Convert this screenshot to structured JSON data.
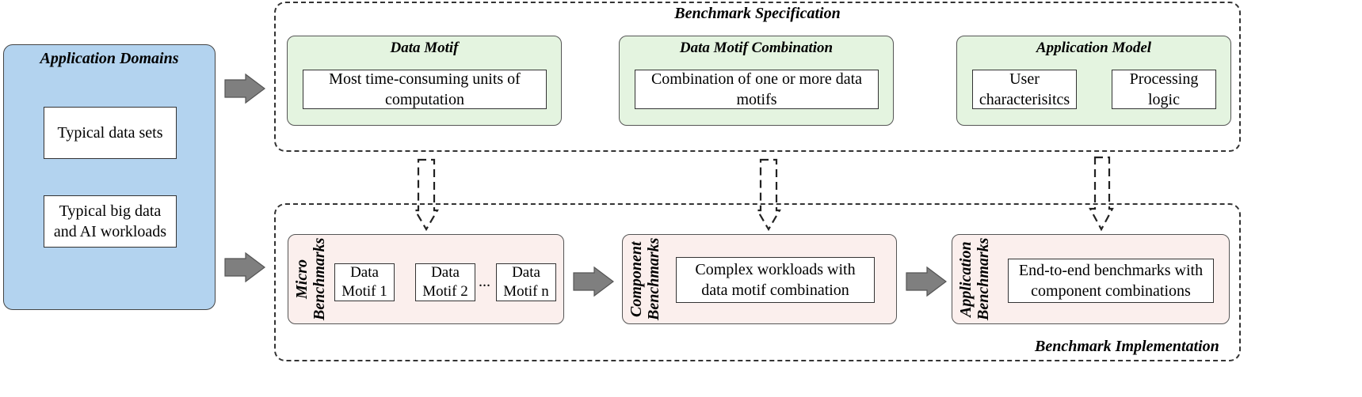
{
  "domains": {
    "title": "Application Domains",
    "box1": "Typical data sets",
    "box2": "Typical big data and AI workloads"
  },
  "spec": {
    "title": "Benchmark Specification",
    "motif": {
      "title": "Data Motif",
      "text": "Most time-consuming units of computation"
    },
    "combo": {
      "title": "Data Motif Combination",
      "text": "Combination of one or more data motifs"
    },
    "app": {
      "title": "Application Model",
      "box1": "User characterisitcs",
      "box2": "Processing logic"
    }
  },
  "impl": {
    "title": "Benchmark Implementation",
    "micro": {
      "label": "Micro Benchmarks",
      "m1": "Data Motif 1",
      "m2": "Data Motif 2",
      "ellipsis": "...",
      "mn": "Data Motif n"
    },
    "component": {
      "label": "Component Benchmarks",
      "text": "Complex workloads with data motif combination"
    },
    "application": {
      "label": "Application Benchmarks",
      "text": "End-to-end benchmarks with component combinations"
    }
  },
  "colors": {
    "domains": "#b3d3ef",
    "spec_box": "#e4f4e0",
    "impl_box": "#fbefed",
    "arrow": "#7f7f7f"
  }
}
